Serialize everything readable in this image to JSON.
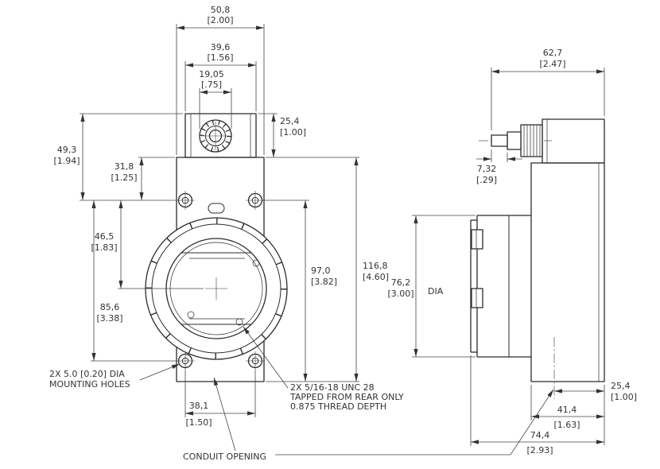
{
  "drawing": {
    "front": {
      "dim_width_overall": {
        "mm": "50,8",
        "in": "[2.00]"
      },
      "dim_width_box": {
        "mm": "39,6",
        "in": "[1.56]"
      },
      "dim_width_fitting": {
        "mm": "19,05",
        "in": "[.75]"
      },
      "dim_height_box": {
        "mm": "25,4",
        "in": "[1.00]"
      },
      "dim_boxtop_to_hole": {
        "mm": "49,3",
        "in": "[1.94]"
      },
      "dim_bodytop_to_hole": {
        "mm": "31,8",
        "in": "[1.25]"
      },
      "dim_hole_to_center": {
        "mm": "46,5",
        "in": "[1.83]"
      },
      "dim_hole_to_hole": {
        "mm": "85,6",
        "in": "[3.38]"
      },
      "dim_body_height": {
        "mm": "116,8",
        "in": "[4.60]"
      },
      "dim_hole_to_bottom": {
        "mm": "97,0",
        "in": "[3.82]"
      },
      "dim_hole_spacing": {
        "mm": "38,1",
        "in": "[1.50]"
      },
      "note_mounting_line1": "2X 5.0 [0.20] DIA",
      "note_mounting_line2": "MOUNTING HOLES",
      "note_tapped_line1": "2X 5/16-18 UNC 28",
      "note_tapped_line2": "TAPPED FROM REAR ONLY",
      "note_tapped_line3": "0.875 THREAD DEPTH",
      "note_conduit": "CONDUIT OPENING"
    },
    "side": {
      "dim_depth_overall_shaft": {
        "mm": "62,7",
        "in": "[2.47]"
      },
      "dim_shaft_pilot": {
        "mm": "7,32",
        "in": "[.29]"
      },
      "dim_bezel_dia": {
        "mm": "76,2",
        "in": "[3.00]"
      },
      "dim_bezel_dia_suffix": "DIA",
      "dim_conduit_to_back": {
        "mm": "25,4",
        "in": "[1.00]"
      },
      "dim_body_depth": {
        "mm": "41,4",
        "in": "[1.63]"
      },
      "dim_depth_overall": {
        "mm": "74,4",
        "in": "[2.93]"
      }
    }
  }
}
